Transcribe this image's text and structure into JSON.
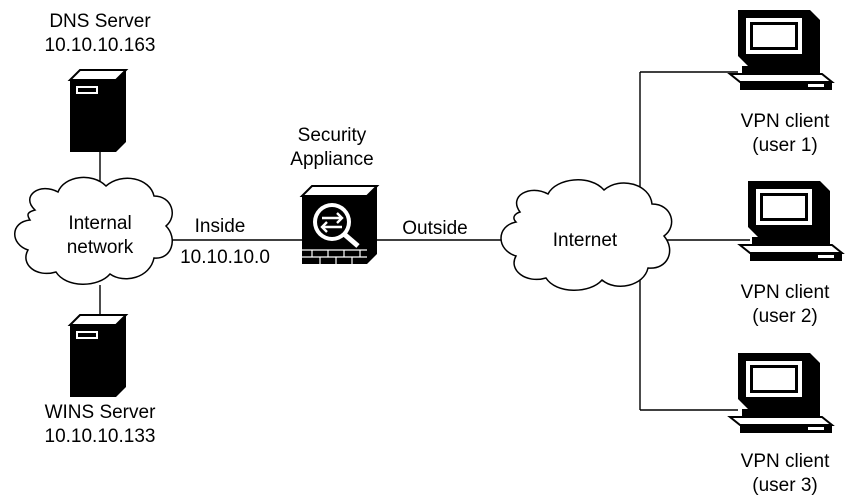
{
  "dns_server": {
    "name": "DNS Server",
    "ip": "10.10.10.163"
  },
  "wins_server": {
    "name": "WINS Server",
    "ip": "10.10.10.133"
  },
  "internal_network": {
    "line1": "Internal",
    "line2": "network"
  },
  "inside_link": {
    "label": "Inside",
    "network": "10.10.10.0"
  },
  "security_appliance": {
    "line1": "Security",
    "line2": "Appliance"
  },
  "outside_link": {
    "label": "Outside"
  },
  "internet": {
    "label": "Internet"
  },
  "vpn_clients": [
    {
      "name": "VPN client",
      "user": "(user 1)"
    },
    {
      "name": "VPN client",
      "user": "(user 2)"
    },
    {
      "name": "VPN client",
      "user": "(user 3)"
    }
  ],
  "colors": {
    "line": "#000000",
    "device_fill": "#000000",
    "background": "#ffffff"
  },
  "icons": [
    "server-icon",
    "cloud-icon",
    "firewall-icon",
    "computer-icon"
  ]
}
